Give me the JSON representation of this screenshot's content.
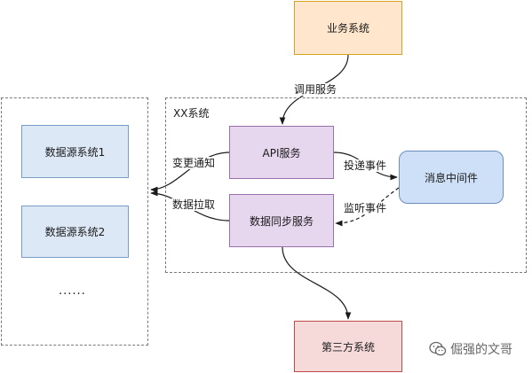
{
  "nodes": {
    "business_system": "业务系统",
    "api_service": "API服务",
    "data_sync_service": "数据同步服务",
    "message_middleware": "消息中间件",
    "data_source_1": "数据源系统1",
    "data_source_2": "数据源系统2",
    "third_party_system": "第三方系统"
  },
  "groups": {
    "xx_system_title": "XX系统",
    "more_sources": "......"
  },
  "edges": {
    "call_service": "调用服务",
    "change_notify": "变更通知",
    "data_pull": "数据拉取",
    "deliver_event": "投递事件",
    "listen_event": "监听事件"
  },
  "watermark": {
    "text": "倔强的文哥",
    "icon": "wechat-icon"
  },
  "colors": {
    "business_fill": "#ffe6cc",
    "business_stroke": "#d6a21f",
    "service_fill": "#e6d6ee",
    "service_stroke": "#9a6fae",
    "mq_fill": "#cde0f7",
    "mq_stroke": "#6a8fbe",
    "source_fill": "#dde8f6",
    "source_stroke": "#7a9cc8",
    "third_fill": "#f6dada",
    "third_stroke": "#c04a4a"
  }
}
